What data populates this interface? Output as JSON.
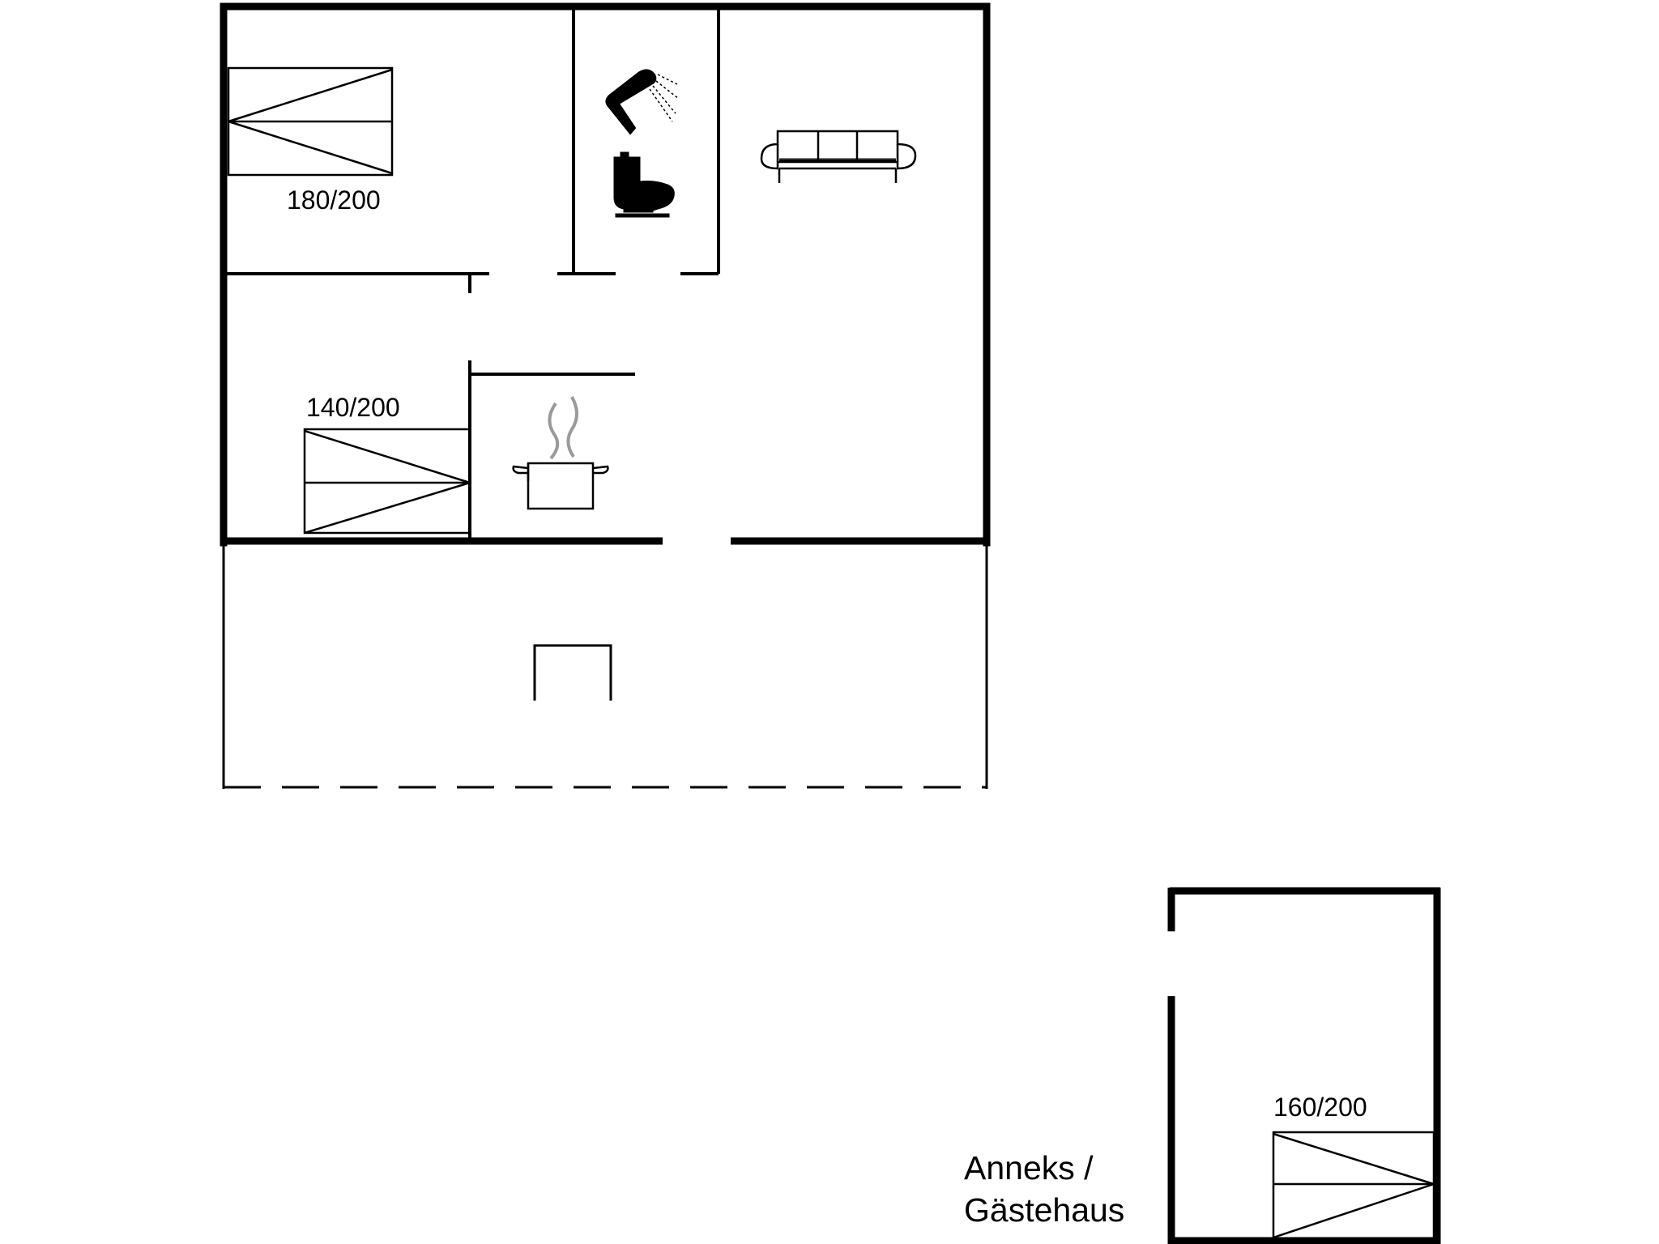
{
  "floor_plan": {
    "beds": [
      {
        "size": "180/200"
      },
      {
        "size": "140/200"
      },
      {
        "size": "160/200"
      }
    ],
    "annex": {
      "line1": "Anneks /",
      "line2": "Gästehaus"
    },
    "icons": {
      "shower": "shower-icon",
      "toilet": "toilet-icon",
      "sofa": "sofa-icon",
      "kitchen": "cooking-pot-icon",
      "stove": "fireplace-icon"
    },
    "colors": {
      "wall": "#000000",
      "steam": "#9a9a9a",
      "background": "#ffffff"
    }
  }
}
